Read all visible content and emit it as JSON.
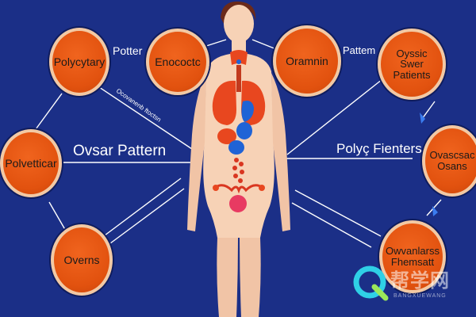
{
  "nodes": {
    "polycystic": "Polycytary",
    "endocrine": "Enococtc",
    "ovarian": "Oramnin",
    "cystic_patients": "Oyssic Swer Patients",
    "polycystic_left": "Polvetticar",
    "ovarian_right": "Ovascsac Osans",
    "ovaries": "Overns",
    "ovarian_bottom_right": "Owvanlarss Fhemsatt"
  },
  "labels": {
    "potter": "Potter",
    "pattern_top_right": "Pattem",
    "ovsar_pattern": "Ovsar Pattern",
    "polyc_fienters": "Polyç Fienters",
    "diagonal_text": "Ocovanenb ftoctsn"
  },
  "watermark": {
    "text": "帮学网",
    "sub": "BANGXUEWANG"
  },
  "colors": {
    "background": "#1b2f87",
    "node_fill": "#e2520f",
    "node_border": "#f2c9a4",
    "skin": "#f7d2b6",
    "organ_red": "#e8471f",
    "organ_blue": "#1f63d6"
  }
}
